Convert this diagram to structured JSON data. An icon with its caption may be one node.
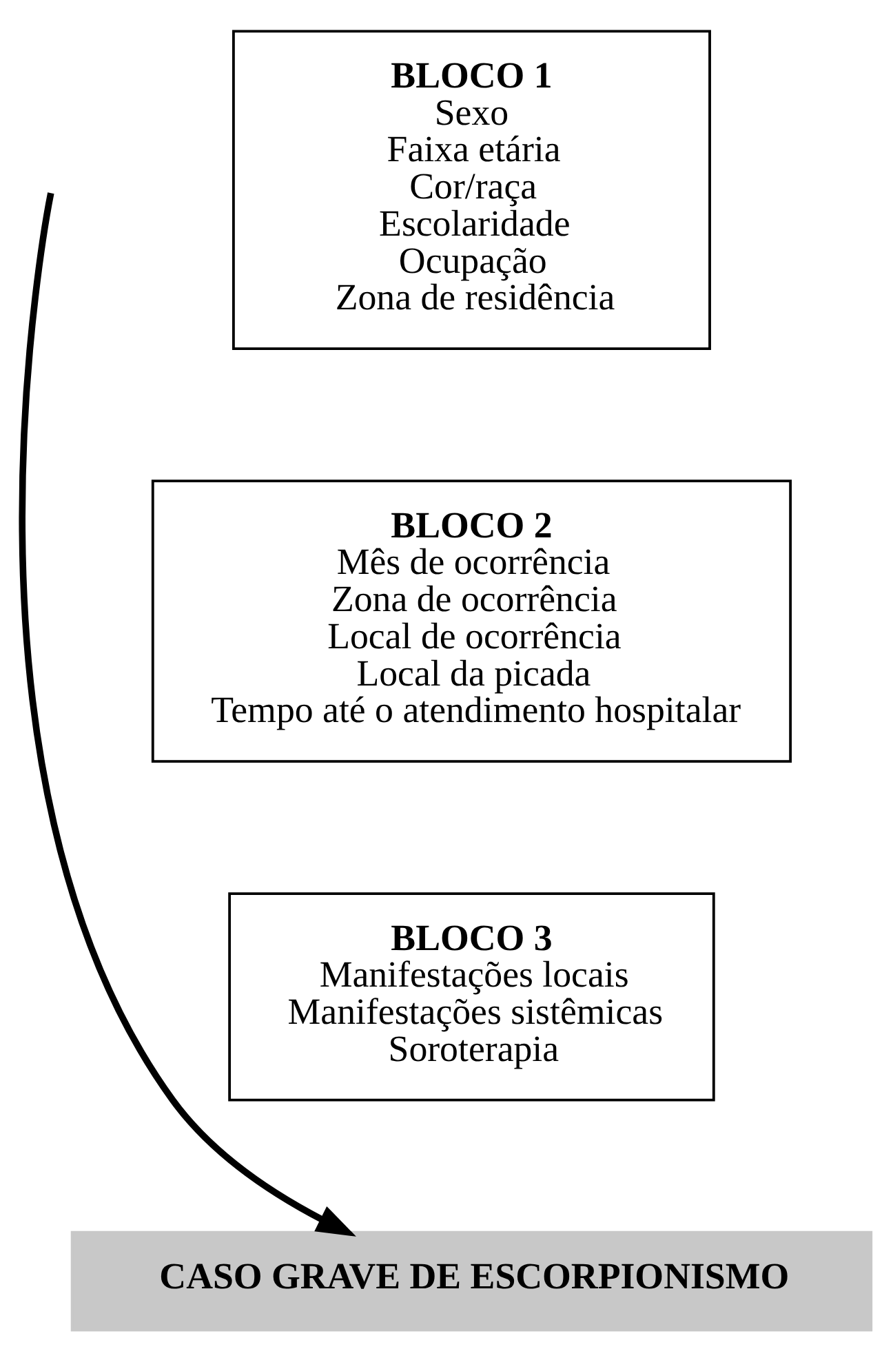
{
  "diagram": {
    "nodes": [
      {
        "text": [
          "BLOCO 1",
          "Sexo",
          "Faixa etária",
          "Cor/raça",
          "Escolaridade",
          "Ocupação",
          "Zona de residência"
        ]
      },
      {
        "text": [
          "BLOCO 2",
          "Mês de ocorrência",
          "Zona de ocorrência",
          "Local de ocorrência",
          "Local da picada",
          "Tempo até o atendimento hospitalar"
        ]
      },
      {
        "text": [
          "BLOCO 3",
          "Manifestações locais",
          "Manifestações sistêmicas",
          "Soroterapia"
        ]
      },
      {
        "text": [
          "CASO GRAVE DE ESCORPIONISMO"
        ]
      }
    ],
    "edges": [
      {
        "from": null,
        "to": 3,
        "arrow": "to"
      }
    ]
  }
}
